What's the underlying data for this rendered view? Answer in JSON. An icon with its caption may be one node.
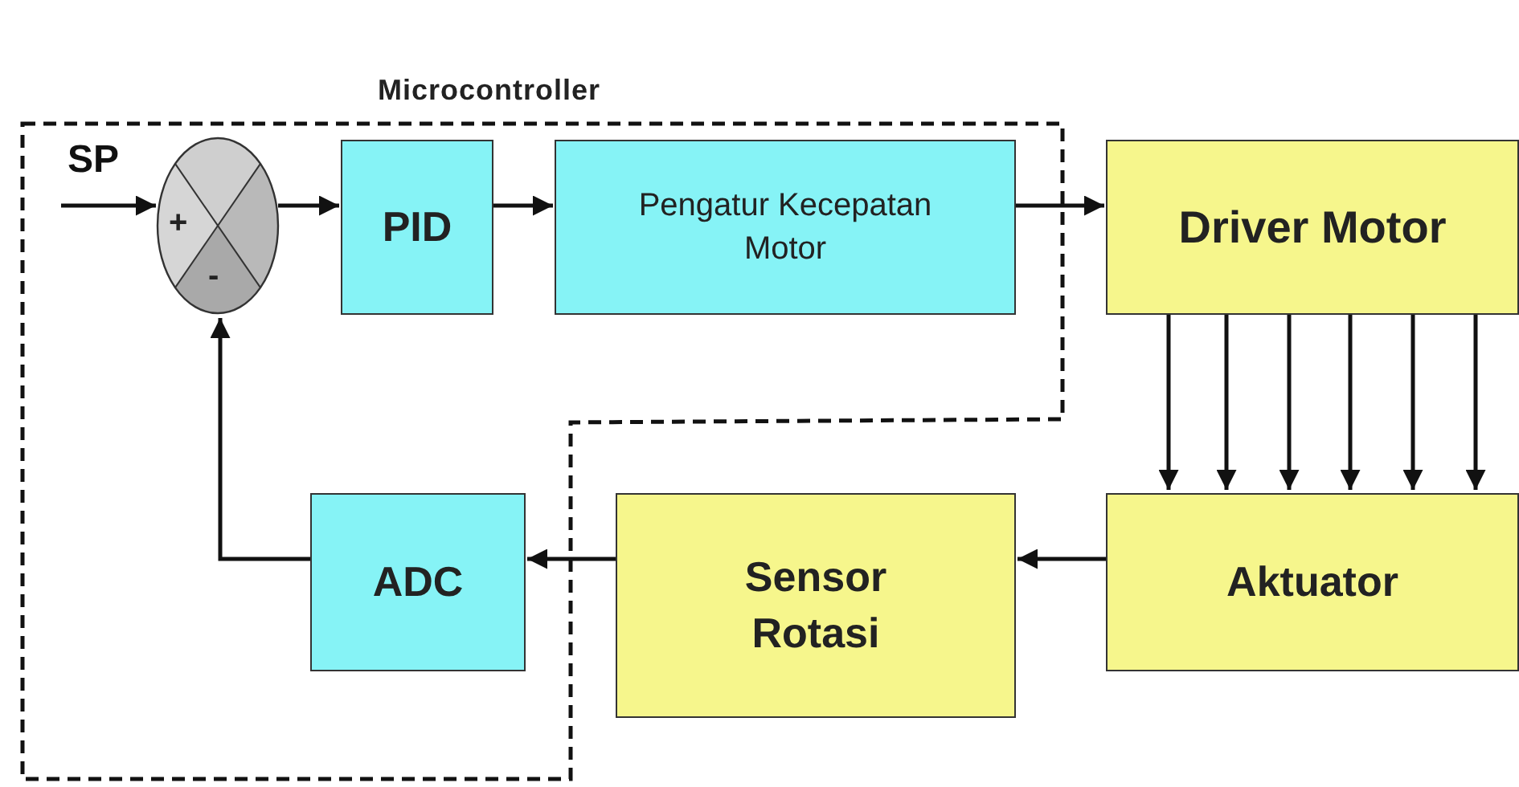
{
  "diagram": {
    "nodes": [
      {
        "text": [
          "Microcontroller"
        ]
      },
      {
        "text": [
          "SP"
        ],
        "in": 0
      },
      {
        "text": [
          "+",
          "-"
        ],
        "in": 0
      },
      {
        "text": [
          "PID"
        ],
        "in": 0
      },
      {
        "text": [
          "Pengatur Kecepatan Motor"
        ],
        "in": 0
      },
      {
        "text": [
          "Driver Motor"
        ]
      },
      {
        "text": [
          "Aktuator"
        ]
      },
      {
        "text": [
          "Sensor Rotasi"
        ]
      },
      {
        "text": [
          "ADC"
        ],
        "in": 0
      }
    ],
    "edges": [
      {
        "from": 1,
        "to": 2,
        "arrow": "to"
      },
      {
        "from": 2,
        "to": 3,
        "arrow": "to"
      },
      {
        "from": 3,
        "to": 4,
        "arrow": "to"
      },
      {
        "from": 4,
        "to": 5,
        "arrow": "to"
      },
      {
        "from": 5,
        "to": 6,
        "arrow": "to"
      },
      {
        "from": 5,
        "to": 6,
        "arrow": "to"
      },
      {
        "from": 5,
        "to": 6,
        "arrow": "to"
      },
      {
        "from": 5,
        "to": 6,
        "arrow": "to"
      },
      {
        "from": 5,
        "to": 6,
        "arrow": "to"
      },
      {
        "from": 5,
        "to": 6,
        "arrow": "to"
      },
      {
        "from": 6,
        "to": 7,
        "arrow": "to"
      },
      {
        "from": 7,
        "to": 8,
        "arrow": "to"
      },
      {
        "from": 8,
        "to": 2,
        "arrow": "to"
      }
    ]
  }
}
